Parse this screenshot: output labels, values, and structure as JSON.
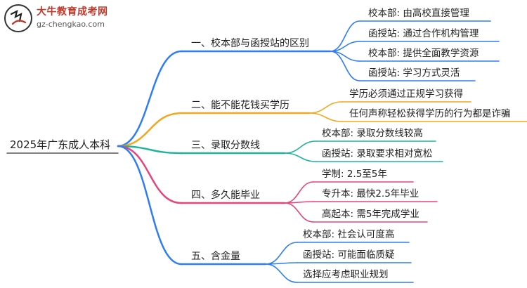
{
  "logo": {
    "title": "大牛教育成考网",
    "url": "gz-chengkao.com",
    "icon": "logo-icon"
  },
  "root": {
    "label": "2025年广东成人本科"
  },
  "colors": {
    "branch1": "#2f7df6",
    "branch2": "#f2a81e",
    "branch3": "#20b39b",
    "branch4": "#e8447a",
    "branch5": "#2f7df6"
  },
  "branches": [
    {
      "label": "一、校本部与函授站的区别",
      "leaves": [
        "校本部: 由高校直接管理",
        "函授站: 通过合作机构管理",
        "校本部: 提供全面教学资源",
        "函授站: 学习方式灵活"
      ]
    },
    {
      "label": "二、能不能花钱买学历",
      "leaves": [
        "学历必须通过正规学习获得",
        "任何声称轻松获得学历的行为都是诈骗"
      ]
    },
    {
      "label": "三、录取分数线",
      "leaves": [
        "校本部: 录取分数线较高",
        "函授站: 录取要求相对宽松"
      ]
    },
    {
      "label": "四、多久能毕业",
      "leaves": [
        "学制: 2.5至5年",
        "专升本: 最快2.5年毕业",
        "高起本: 需5年完成学业"
      ]
    },
    {
      "label": "五、含金量",
      "leaves": [
        "校本部: 社会认可度高",
        "函授站: 可能面临质疑",
        "选择应考虑职业规划"
      ]
    }
  ]
}
